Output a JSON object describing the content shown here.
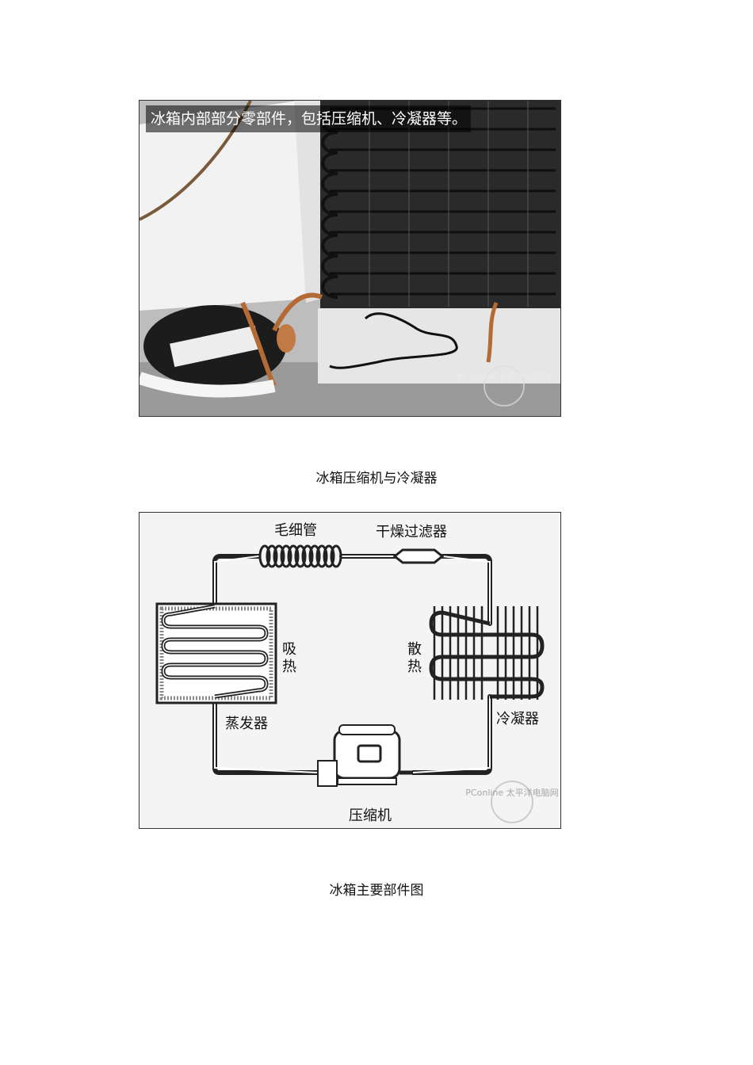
{
  "photo": {
    "overlay_text": "冰箱内部部分零部件，包括压缩机、冷凝器等。",
    "watermark": "PConline 太平洋电脑网"
  },
  "caption1": "冰箱压缩机与冷凝器",
  "diagram": {
    "labels": {
      "capillary": "毛细管",
      "dryer_filter": "干燥过滤器",
      "absorb_heat": [
        "吸",
        "热"
      ],
      "dissipate_heat": [
        "散",
        "热"
      ],
      "evaporator": "蒸发器",
      "condenser": "冷凝器",
      "compressor": "压缩机"
    },
    "watermark": "PConline 太平洋电脑网"
  },
  "caption2": "冰箱主要部件图"
}
